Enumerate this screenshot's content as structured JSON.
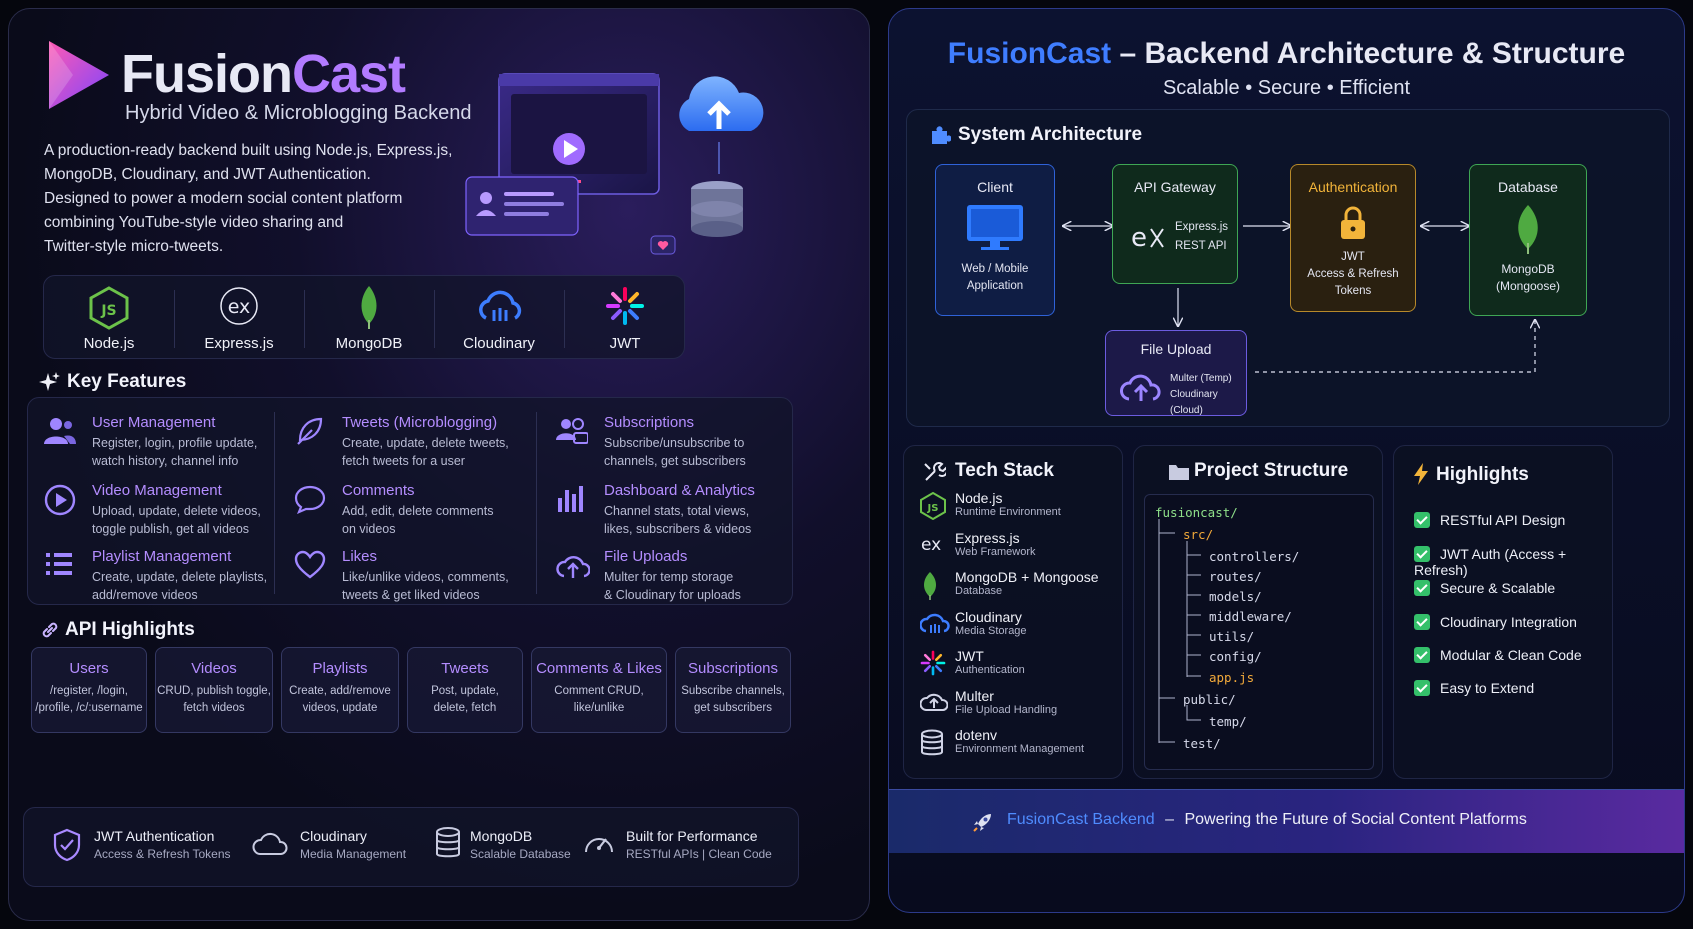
{
  "left": {
    "brand_part1": "Fusion",
    "brand_part2": "Cast",
    "subtitle": "Hybrid Video & Microblogging Backend",
    "description": [
      "A production-ready backend built using Node.js, Express.js,",
      "MongoDB, Cloudinary, and JWT Authentication.",
      "Designed to power a modern social content platform",
      "combining YouTube-style video sharing and",
      "Twitter-style micro-tweets."
    ],
    "tech": [
      {
        "label": "Node.js",
        "icon": "nodejs-icon"
      },
      {
        "label": "Express.js",
        "icon": "express-icon"
      },
      {
        "label": "MongoDB",
        "icon": "mongodb-icon"
      },
      {
        "label": "Cloudinary",
        "icon": "cloudinary-icon"
      },
      {
        "label": "JWT",
        "icon": "jwt-icon"
      }
    ],
    "features_title": "Key Features",
    "features": [
      {
        "title": "User Management",
        "desc": [
          "Register, login, profile update,",
          "watch history, channel info"
        ],
        "icon": "users-icon"
      },
      {
        "title": "Tweets (Microblogging)",
        "desc": [
          "Create, update, delete tweets,",
          "fetch tweets for a user"
        ],
        "icon": "feather-icon"
      },
      {
        "title": "Subscriptions",
        "desc": [
          "Subscribe/unsubscribe to",
          "channels, get subscribers"
        ],
        "icon": "subscribers-icon"
      },
      {
        "title": "Video Management",
        "desc": [
          "Upload, update, delete videos,",
          "toggle publish, get all videos"
        ],
        "icon": "play-icon"
      },
      {
        "title": "Comments",
        "desc": [
          "Add, edit, delete comments",
          "on videos"
        ],
        "icon": "comment-icon"
      },
      {
        "title": "Dashboard & Analytics",
        "desc": [
          "Channel stats, total views,",
          "likes, subscribers & videos"
        ],
        "icon": "bar-chart-icon"
      },
      {
        "title": "Playlist Management",
        "desc": [
          "Create, update, delete playlists,",
          "add/remove videos"
        ],
        "icon": "list-icon"
      },
      {
        "title": "Likes",
        "desc": [
          "Like/unlike videos, comments,",
          "tweets & get liked videos"
        ],
        "icon": "heart-icon"
      },
      {
        "title": "File Uploads",
        "desc": [
          "Multer for temp storage",
          "& Cloudinary for uploads"
        ],
        "icon": "cloud-upload-icon"
      }
    ],
    "api_title": "API Highlights",
    "api": [
      {
        "title": "Users",
        "desc": [
          "/register, /login,",
          "/profile, /c/:username"
        ]
      },
      {
        "title": "Videos",
        "desc": [
          "CRUD, publish toggle,",
          "fetch videos"
        ]
      },
      {
        "title": "Playlists",
        "desc": [
          "Create, add/remove",
          "videos, update"
        ]
      },
      {
        "title": "Tweets",
        "desc": [
          "Post, update,",
          "delete, fetch"
        ]
      },
      {
        "title": "Comments & Likes",
        "desc": [
          "Comment CRUD,",
          "like/unlike"
        ]
      },
      {
        "title": "Subscriptions",
        "desc": [
          "Subscribe channels,",
          "get subscribers"
        ]
      }
    ],
    "footer": [
      {
        "title": "JWT Authentication",
        "sub": "Access & Refresh Tokens",
        "icon": "shield-check-icon"
      },
      {
        "title": "Cloudinary",
        "sub": "Media Management",
        "icon": "cloud-icon"
      },
      {
        "title": "MongoDB",
        "sub": "Scalable Database",
        "icon": "database-icon"
      },
      {
        "title": "Built for Performance",
        "sub": "RESTful APIs  |  Clean Code",
        "icon": "gauge-icon"
      }
    ]
  },
  "right": {
    "title_part1": "FusionCast",
    "title_part2": " – Backend Architecture & Structure",
    "subtitle": "Scalable • Secure • Efficient",
    "arch_title": "System Architecture",
    "nodes": {
      "client": {
        "title": "Client",
        "sub": [
          "Web / Mobile",
          "Application"
        ]
      },
      "gateway": {
        "title": "API Gateway",
        "sub": [
          "Express.js",
          "REST API"
        ]
      },
      "auth": {
        "title": "Authentication",
        "sub": [
          "JWT",
          "Access & Refresh",
          "Tokens"
        ]
      },
      "database": {
        "title": "Database",
        "sub": [
          "MongoDB",
          "(Mongoose)"
        ]
      },
      "upload": {
        "title": "File Upload",
        "sub": [
          "Multer (Temp)",
          "Cloudinary (Cloud)"
        ]
      }
    },
    "techstack_title": "Tech Stack",
    "techstack": [
      {
        "name": "Node.js",
        "sub": "Runtime Environment",
        "icon": "nodejs-icon"
      },
      {
        "name": "Express.js",
        "sub": "Web Framework",
        "icon": "express-icon"
      },
      {
        "name": "MongoDB + Mongoose",
        "sub": "Database",
        "icon": "mongodb-icon"
      },
      {
        "name": "Cloudinary",
        "sub": "Media Storage",
        "icon": "cloudinary-icon"
      },
      {
        "name": "JWT",
        "sub": "Authentication",
        "icon": "jwt-icon"
      },
      {
        "name": "Multer",
        "sub": "File Upload Handling",
        "icon": "upload-cloud-icon"
      },
      {
        "name": "dotenv",
        "sub": "Environment Management",
        "icon": "database-icon"
      }
    ],
    "structure_title": "Project Structure",
    "tree": [
      "fusioncast/",
      "src/",
      "controllers/",
      "routes/",
      "models/",
      "middleware/",
      "utils/",
      "config/",
      "app.js",
      "public/",
      "temp/",
      "test/"
    ],
    "highlights_title": "Highlights",
    "highlights": [
      "RESTful API Design",
      "JWT Auth (Access + Refresh)",
      "Secure & Scalable",
      "Cloudinary Integration",
      "Modular & Clean Code",
      "Easy to Extend"
    ],
    "footer_brand": "FusionCast Backend",
    "footer_dash": "–",
    "footer_text": "Powering the Future of Social Content Platforms"
  }
}
